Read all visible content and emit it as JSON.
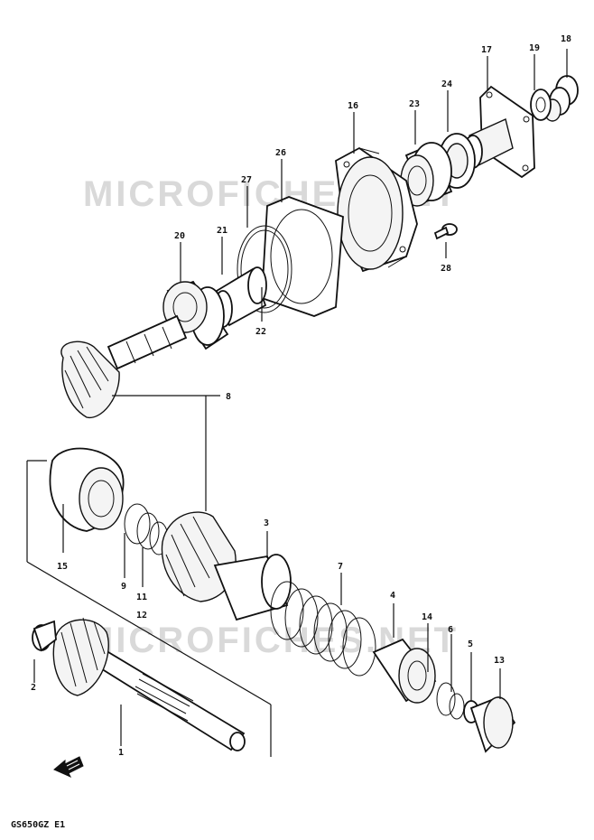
{
  "watermark": "MICROFICHES.NET",
  "code": "GS650GZ  E1",
  "arrow_icon": "front-arrow-icon",
  "labels": {
    "p1": "1",
    "p2": "2",
    "p3": "3",
    "p4": "4",
    "p5": "5",
    "p6": "6",
    "p7": "7",
    "p8": "8",
    "p9": "9",
    "p11": "11",
    "p12": "12",
    "p13": "13",
    "p14": "14",
    "p15": "15",
    "p16": "16",
    "p17": "17",
    "p18": "18",
    "p19": "19",
    "p20": "20",
    "p21": "21",
    "p22": "22",
    "p23": "23",
    "p24": "24",
    "p26": "26",
    "p27": "27",
    "p28": "28"
  }
}
